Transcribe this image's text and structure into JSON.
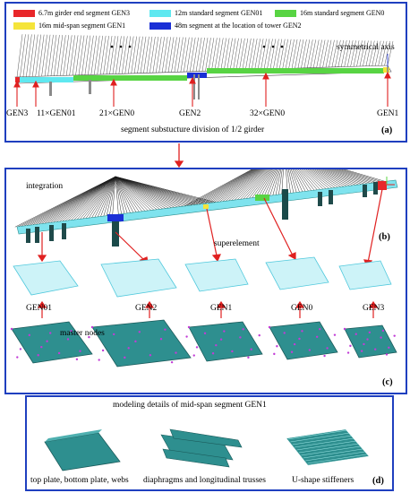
{
  "legend": {
    "items": [
      {
        "label": "6.7m girder end segment GEN3",
        "color": "#e8272a"
      },
      {
        "label": "12m standard segment GEN01",
        "color": "#5fe8f0"
      },
      {
        "label": "16m standard segment GEN0",
        "color": "#58d443"
      },
      {
        "label": "16m mid-span segment GEN1",
        "color": "#f5e43a"
      },
      {
        "label": "48m segment at the location of tower GEN2",
        "color": "#1a2fd6"
      }
    ]
  },
  "panel_a": {
    "symmetrical_axis": "symmetrical axis",
    "segments": [
      "GEN3",
      "11×GEN01",
      "21×GEN0",
      "GEN2",
      "32×GEN0",
      "GEN1"
    ],
    "caption": "segment substucture division of 1/2 girder",
    "letter": "(a)"
  },
  "panel_b": {
    "integration": "integration",
    "superelement": "superelement",
    "letter": "(b)"
  },
  "panel_c": {
    "labels": [
      "GEN01",
      "GEN2",
      "GEN1",
      "GEN0",
      "GEN3"
    ],
    "master_nodes": "master nodes",
    "letter": "(c)"
  },
  "panel_d": {
    "title": "modeling details of mid-span segment GEN1",
    "captions": [
      "top plate, bottom plate, webs",
      "diaphragms and longitudinal trusses",
      "U-shape stiffeners"
    ],
    "letter": "(d)"
  },
  "colors": {
    "frame": "#1f3fbf",
    "arrow": "#e02020",
    "deck": "#2e8f8f",
    "deck_light": "#7fe3ee",
    "cable": "#222222"
  }
}
